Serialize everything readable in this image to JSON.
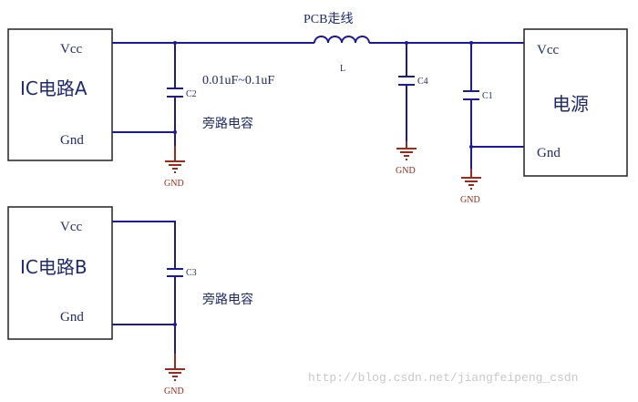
{
  "ic_a": {
    "title": "IC电路A",
    "vcc": "Vcc",
    "gnd": "Gnd"
  },
  "ic_b": {
    "title": "IC电路B",
    "vcc": "Vcc",
    "gnd": "Gnd"
  },
  "power": {
    "title": "电源",
    "vcc": "Vcc",
    "gnd": "Gnd"
  },
  "inductor": {
    "title": "PCB走线",
    "label": "L"
  },
  "capacitors": {
    "c1": "C1",
    "c2": "C2",
    "c3": "C3",
    "c4": "C4"
  },
  "annotations": {
    "value_range": "0.01uF~0.1uF",
    "bypass_a": "旁路电容",
    "bypass_b": "旁路电容"
  },
  "ground_label": "GND",
  "watermark": "http://blog.csdn.net/jiangfeipeng_csdn",
  "colors": {
    "wire": "#1a1a9a",
    "ground": "#9a2a1a",
    "text": "#1f2a6e"
  }
}
